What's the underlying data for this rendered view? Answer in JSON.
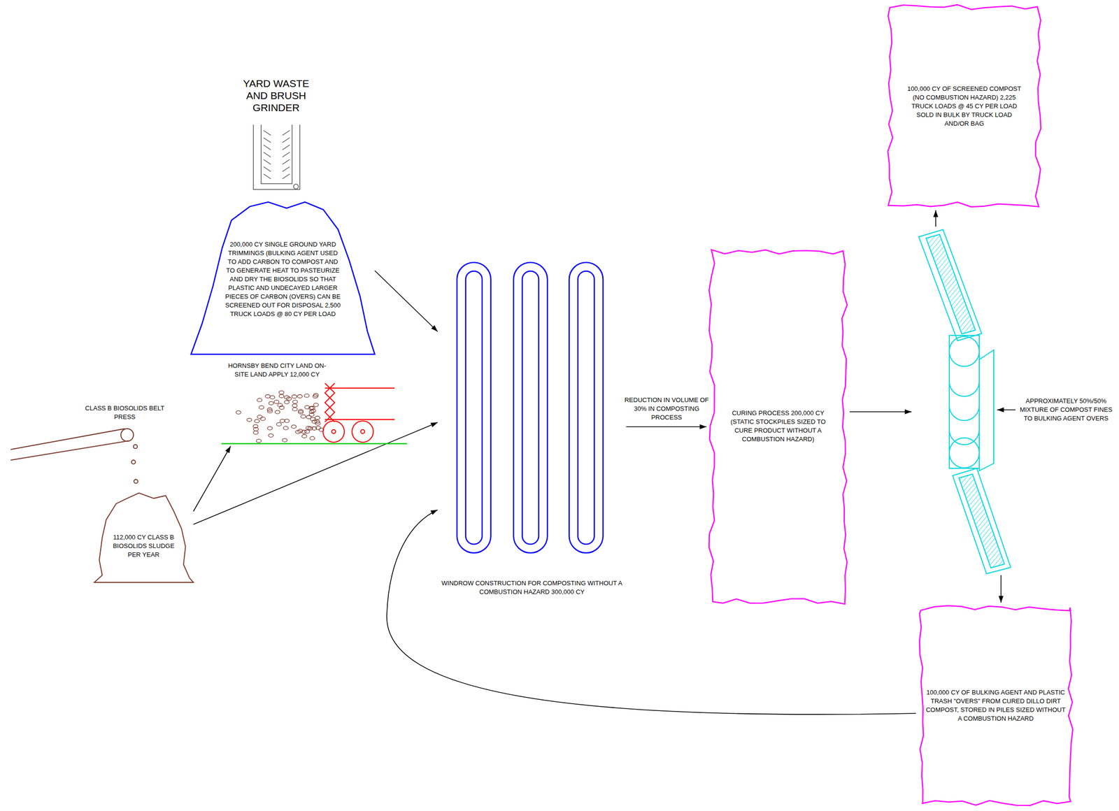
{
  "diagram": {
    "nodes": [
      {
        "text": [
          "200,000 CY SINGLE GROUND YARD TRIMMINGS (BULKING AGENT USED TO ADD CARBON TO COMPOST AND TO GENERATE HEAT TO PASTEURIZE AND DRY THE BIOSOLIDS SO THAT PLASTIC AND UNDECAYED LARGER PIECES OF CARBON (OVERS) CAN BE SCREENED OUT FOR DISPOSAL 2,500 TRUCK LOADS @ 80 CY PER LOAD"
        ]
      },
      {
        "text": [
          "112,000 CY CLASS B BIOSOLIDS SLUDGE PER YEAR"
        ]
      },
      {
        "text": [
          "HORNSBY BEND CITY LAND ON-SITE LAND APPLY 12,000 CY"
        ]
      },
      {
        "text": [
          "WINDROW CONSTRUCTION FOR COMPOSTING WITHOUT A COMBUSTION HAZARD 300,000 CY"
        ]
      },
      {
        "text": [
          "CURING PROCESS 200,000 CY (STATIC STOCKPILES SIZED TO CURE PRODUCT WITHOUT A COMBUSTION HAZARD)"
        ]
      },
      {
        "text": [
          "APPROXIMATELY 50%/50% MIXTURE OF COMPOST FINES TO BULKING AGENT OVERS"
        ]
      },
      {
        "text": [
          "100,000 CY OF SCREENED COMPOST (NO COMBUSTION HAZARD) 2,225 TRUCK LOADS @ 45 CY PER LOAD SOLD IN BULK BY TRUCK LOAD AND/OR BAG"
        ]
      },
      {
        "text": [
          "100,000 CY OF BULKING AGENT AND PLASTIC TRASH \"OVERS\" FROM CURED DILLO DIRT COMPOST, STORED IN PILES SIZED WITHOUT A COMBUSTION HAZARD"
        ]
      }
    ],
    "edges": [
      {
        "from": 0,
        "to": 3,
        "arrow": "to"
      },
      {
        "from": 1,
        "to": 2,
        "arrow": "to"
      },
      {
        "from": 1,
        "to": 3,
        "arrow": "to"
      },
      {
        "from": 3,
        "to": 4,
        "label": "REDUCTION IN VOLUME OF 30% IN COMPOSTING PROCESS",
        "arrow": "to"
      },
      {
        "from": 4,
        "to": 5,
        "arrow": "to"
      },
      {
        "from": 5,
        "to": 6,
        "arrow": "to"
      },
      {
        "from": 5,
        "to": 7,
        "arrow": "to"
      },
      {
        "from": 7,
        "to": 3,
        "arrow": "to"
      }
    ],
    "labels": [
      "YARD WASTE AND BRUSH GRINDER",
      "CLASS B BIOSOLIDS BELT PRESS"
    ]
  }
}
